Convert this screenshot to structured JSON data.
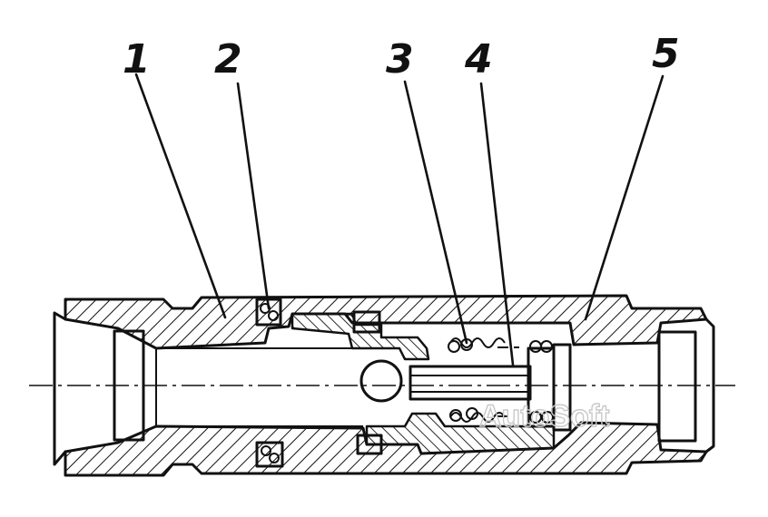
{
  "callouts": [
    {
      "label": "1"
    },
    {
      "label": "2"
    },
    {
      "label": "3"
    },
    {
      "label": "4"
    },
    {
      "label": "5"
    }
  ],
  "watermark": "AutoSoft",
  "colors": {
    "line": "#111111",
    "watermark": "#c9c9c9",
    "background": "#ffffff"
  }
}
